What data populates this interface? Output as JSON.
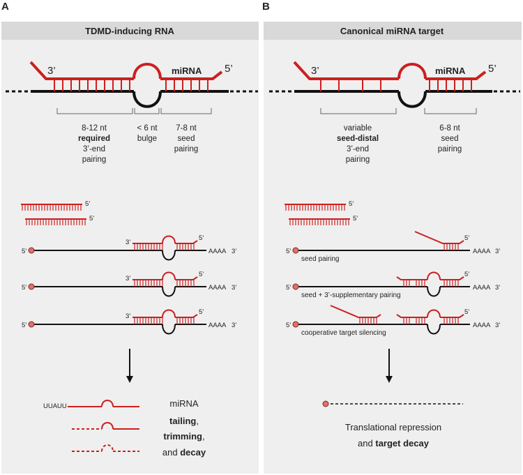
{
  "panel_a": {
    "letter": "A",
    "title": "TDMD-inducing RNA",
    "mirna_label": "miRNA",
    "end_3": "3’",
    "end_5": "5’",
    "annotations": {
      "left": [
        "8-12 nt",
        "required",
        "3’-end",
        "pairing"
      ],
      "middle": [
        "< 6 nt",
        "bulge"
      ],
      "right": [
        "7-8 nt",
        "seed",
        "pairing"
      ]
    },
    "free_mirna_5": [
      "5’",
      "5’"
    ],
    "targets": [
      {
        "end5": "5’",
        "poly": "AAAA",
        "end3": "3’",
        "mir3": "3’",
        "mir5": "5’"
      },
      {
        "end5": "5’",
        "poly": "AAAA",
        "end3": "3’",
        "mir3": "3’",
        "mir5": "5’"
      },
      {
        "end5": "5’",
        "poly": "AAAA",
        "end3": "3’",
        "mir3": "3’",
        "mir5": "5’"
      }
    ],
    "tail_seq": "UUAUU",
    "outcome": {
      "line1": "miRNA",
      "line2_bold": "tailing",
      "line2_rest": ",",
      "line3_bold": "trimming",
      "line3_rest": ",",
      "line4_pre": "and ",
      "line4_bold": "decay"
    }
  },
  "panel_b": {
    "letter": "B",
    "title": "Canonical miRNA target",
    "mirna_label": "miRNA",
    "end_3": "3’",
    "end_5": "5’",
    "annotations": {
      "left": [
        "variable",
        "seed-distal",
        "3’-end",
        "pairing"
      ],
      "right": [
        "6-8 nt",
        "seed",
        "pairing"
      ]
    },
    "free_mirna_5": [
      "5’",
      "5’"
    ],
    "targets": [
      {
        "end5": "5’",
        "poly": "AAAA",
        "end3": "3’",
        "mir5": "5’",
        "caption": "seed pairing"
      },
      {
        "end5": "5’",
        "poly": "AAAA",
        "end3": "3’",
        "mir5": "5’",
        "caption": "seed + 3’-supplementary pairing"
      },
      {
        "end5": "5’",
        "poly": "AAAA",
        "end3": "3’",
        "mir5": "5’",
        "caption": "cooperative target silencing"
      }
    ],
    "outcome": {
      "line1": "Translational repression",
      "line2_pre": "and ",
      "line2_bold": "target decay"
    }
  },
  "colors": {
    "mirna_red": "#cc1f1f",
    "target_black": "#111111",
    "panel_bg": "#efefef",
    "header_bg": "#d9d9d9",
    "cap_fill": "#e0706a"
  }
}
